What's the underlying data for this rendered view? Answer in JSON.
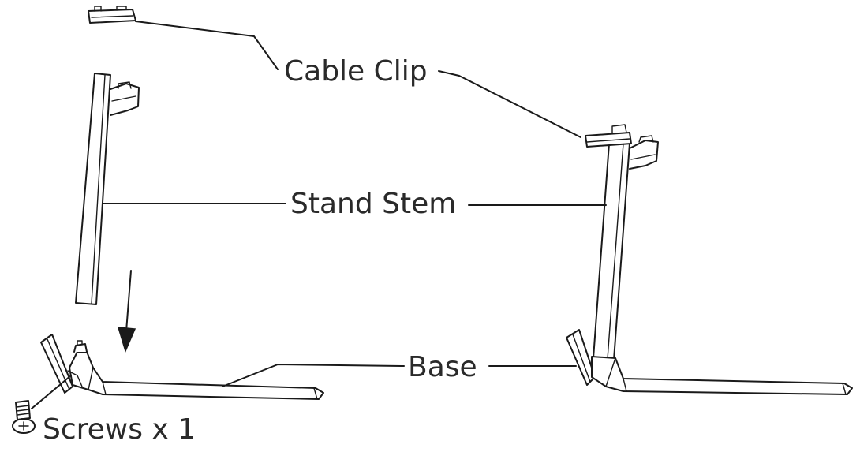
{
  "labels": {
    "cable_clip": "Cable Clip",
    "stand_stem": "Stand Stem",
    "base": "Base",
    "screws": "Screws x 1"
  },
  "colors": {
    "line": "#1a1a1a",
    "text": "#2a2a2a",
    "background": "#ffffff"
  }
}
